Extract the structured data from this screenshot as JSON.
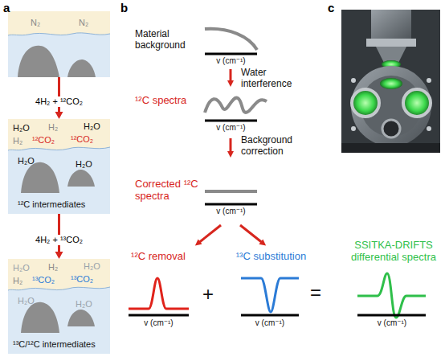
{
  "diagram": {
    "nodes": [
      {
        "text": [
          "N₂",
          "N₂"
        ]
      },
      {
        "text": [
          "H₂O",
          "H₂",
          "H₂O",
          "H₂",
          "¹²CO₂",
          "¹²CO₂",
          "H₂O",
          "H₂O",
          "¹²C intermediates"
        ]
      },
      {
        "text": [
          "H₂O",
          "H₂",
          "H₂O",
          "H₂",
          "¹³CO₂",
          "¹³CO₂",
          "H₂O",
          "H₂O",
          "¹³C/¹²C intermediates"
        ]
      }
    ],
    "edges": [
      {
        "from": 0,
        "to": 1,
        "arrow": "to",
        "label": "4H₂ + ¹²CO₂"
      },
      {
        "from": 1,
        "to": 2,
        "arrow": "to",
        "label": "4H₂ + ¹³CO₂"
      }
    ],
    "labels": [
      "a",
      "b",
      "c",
      "Material background",
      "v (cm⁻¹)",
      "Water interference",
      "¹²C spectra",
      "v (cm⁻¹)",
      "Background correction",
      "Corrected ¹²C spectra",
      "v (cm⁻¹)",
      "¹²C removal",
      "¹³C substitution",
      "SSITKA-DRIFTS differential spectra",
      "v (cm⁻¹)",
      "+",
      "v (cm⁻¹)",
      "=",
      "v (cm⁻¹)"
    ]
  }
}
